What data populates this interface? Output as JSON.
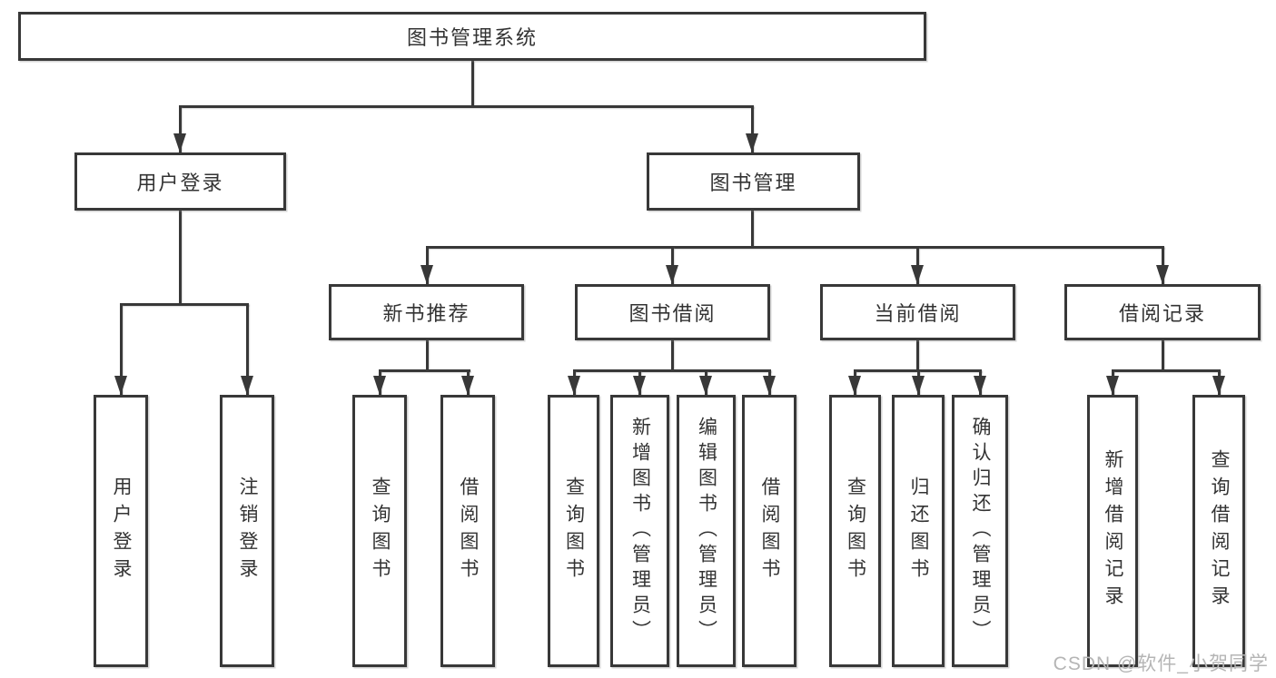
{
  "root": {
    "label": "图书管理系统",
    "children": [
      {
        "label": "用户登录",
        "children": [
          {
            "label": "用户登录"
          },
          {
            "label": "注销登录"
          }
        ]
      },
      {
        "label": "图书管理",
        "children": [
          {
            "label": "新书推荐",
            "children": [
              {
                "label": "查询图书"
              },
              {
                "label": "借阅图书"
              }
            ]
          },
          {
            "label": "图书借阅",
            "children": [
              {
                "label": "查询图书"
              },
              {
                "label": "新增图书（管理员）"
              },
              {
                "label": "编辑图书（管理员）"
              },
              {
                "label": "借阅图书"
              }
            ]
          },
          {
            "label": "当前借阅",
            "children": [
              {
                "label": "查询图书"
              },
              {
                "label": "归还图书"
              },
              {
                "label": "确认归还（管理员）"
              }
            ]
          },
          {
            "label": "借阅记录",
            "children": [
              {
                "label": "新增借阅记录"
              },
              {
                "label": "查询借阅记录"
              }
            ]
          }
        ]
      }
    ]
  },
  "watermark": "CSDN @软件_小贺同学",
  "colors": {
    "line": "#383838",
    "text": "#333333",
    "background": "#ffffff",
    "watermark": "#b5b5b5"
  }
}
